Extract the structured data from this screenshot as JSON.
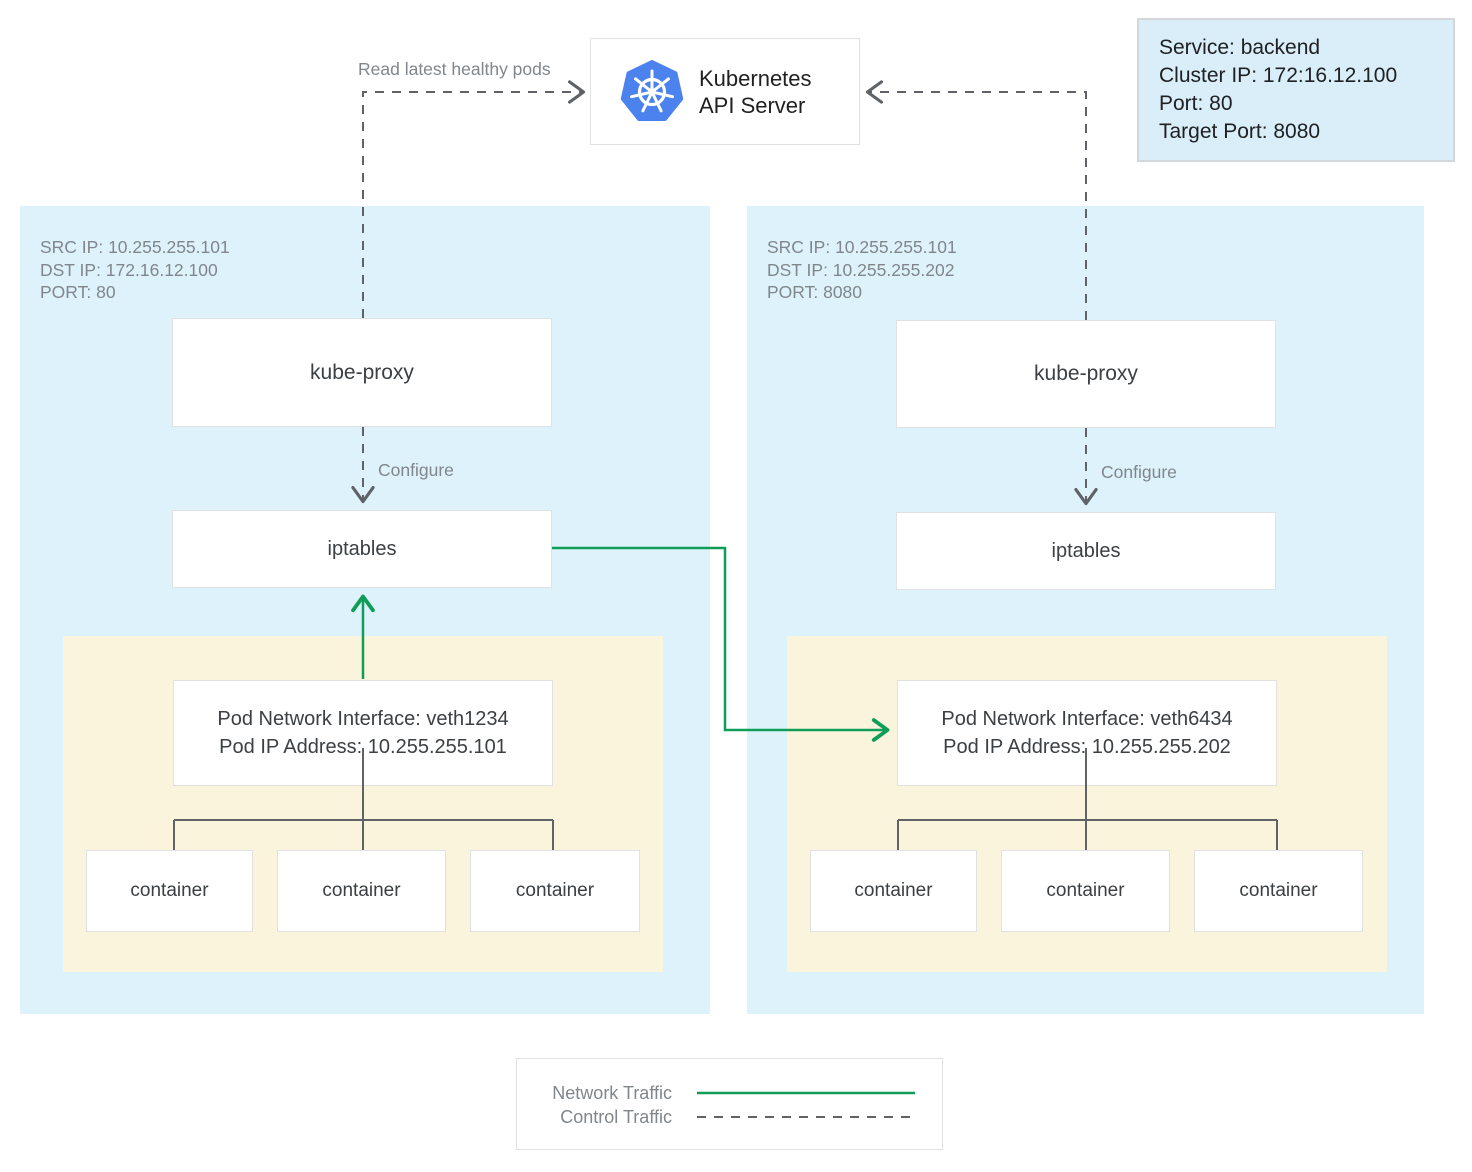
{
  "colors": {
    "panel_blue": "#def2fc",
    "service_blue": "#d9eef8",
    "pod_yellow": "#fbf4dd",
    "traffic_green": "#0f9d58",
    "ctrl_gray": "#5f6368",
    "tree_gray": "#5f6368",
    "box_border": "#dfe1e3",
    "muted_text": "#80868b",
    "dark_text": "#3c4043",
    "k8s_blue": "#4c82ee"
  },
  "api_server": {
    "line1": "Kubernetes",
    "line2": "API Server",
    "icon": "kubernetes-wheel-icon"
  },
  "service_box": {
    "line1": "Service: backend",
    "line2": "Cluster IP: 172:16.12.100",
    "line3": "Port: 80",
    "line4": "Target Port: 8080"
  },
  "labels": {
    "read_latest_healthy_pods": "Read latest healthy pods",
    "configure_left": "Configure",
    "configure_right": "Configure"
  },
  "left_node": {
    "header_line1": "SRC IP: 10.255.255.101",
    "header_line2": "DST IP: 172.16.12.100",
    "header_line3": "PORT: 80",
    "kube_proxy_label": "kube-proxy",
    "iptables_label": "iptables",
    "pod_interface_line1": "Pod Network Interface: veth1234",
    "pod_interface_line2": "Pod IP Address: 10.255.255.101",
    "containers": [
      "container",
      "container",
      "container"
    ]
  },
  "right_node": {
    "header_line1": "SRC IP: 10.255.255.101",
    "header_line2": "DST IP: 10.255.255.202",
    "header_line3": "PORT: 8080",
    "kube_proxy_label": "kube-proxy",
    "iptables_label": "iptables",
    "pod_interface_line1": "Pod Network Interface: veth6434",
    "pod_interface_line2": "Pod IP Address: 10.255.255.202",
    "containers": [
      "container",
      "container",
      "container"
    ]
  },
  "legend": {
    "network_label": "Network Traffic",
    "control_label": "Control Traffic"
  }
}
